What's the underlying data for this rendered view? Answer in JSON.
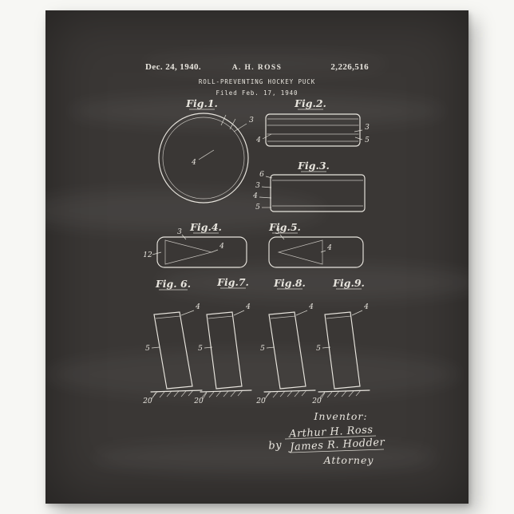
{
  "poster": {
    "header": {
      "date": "Dec. 24, 1940.",
      "author": "A. H. ROSS",
      "patent_number": "2,226,516",
      "title": "ROLL-PREVENTING HOCKEY PUCK",
      "filed": "Filed Feb. 17, 1940"
    },
    "figures": {
      "fig1": {
        "label": "Fig.1.",
        "refs": [
          "3",
          "4"
        ]
      },
      "fig2": {
        "label": "Fig.2.",
        "refs": [
          "4",
          "3",
          "5"
        ]
      },
      "fig3": {
        "label": "Fig.3.",
        "refs": [
          "6",
          "3",
          "4",
          "5"
        ]
      },
      "fig4": {
        "label": "Fig.4.",
        "refs": [
          "12",
          "3",
          "4"
        ]
      },
      "fig5": {
        "label": "Fig.5.",
        "refs": [
          "3",
          "4"
        ]
      },
      "fig6": {
        "label": "Fig. 6.",
        "refs": [
          "4",
          "5",
          "20"
        ]
      },
      "fig7": {
        "label": "Fig.7.",
        "refs": [
          "4",
          "5",
          "20"
        ]
      },
      "fig8": {
        "label": "Fig.8.",
        "refs": [
          "4",
          "5",
          "20"
        ]
      },
      "fig9": {
        "label": "Fig.9.",
        "refs": [
          "4",
          "5",
          "20"
        ]
      }
    },
    "signature": {
      "inventor_caption": "Inventor:",
      "inventor_signature": "Arthur H. Ross",
      "by_label": "by",
      "attorney_signature": "James R. Hodder",
      "attorney_caption": "Attorney"
    },
    "colors": {
      "board": "#3a3735",
      "chalk": "#e8e5de",
      "page_background": "#f7f7f4"
    }
  }
}
